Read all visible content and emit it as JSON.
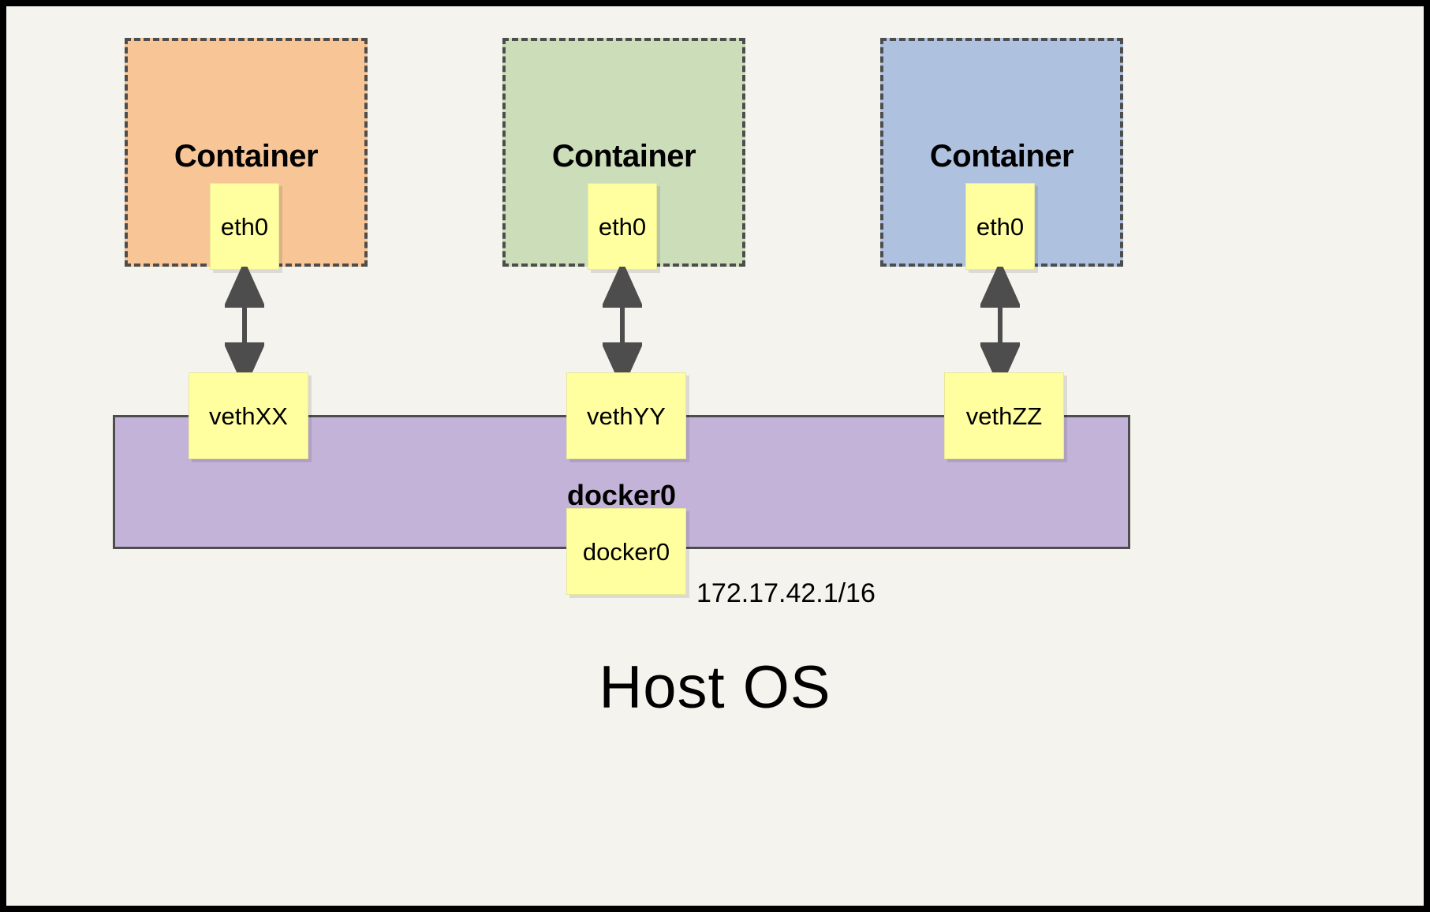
{
  "diagram": {
    "title_visible": false,
    "host_label": "Host OS",
    "bridge": {
      "name": "docker0",
      "node_label": "docker0",
      "ip": "172.17.42.1/16",
      "color": "#c4b3d9",
      "border_color": "#4d4d4d"
    },
    "containers": [
      {
        "title": "Container",
        "interface": "eth0",
        "veth": "vethXX",
        "color": "#f8c596",
        "border_color": "#4d4d4d"
      },
      {
        "title": "Container",
        "interface": "eth0",
        "veth": "vethYY",
        "color": "#cbddb9",
        "border_color": "#4d4d4d"
      },
      {
        "title": "Container",
        "interface": "eth0",
        "veth": "vethZZ",
        "color": "#aec2e0",
        "border_color": "#4d4d4d"
      }
    ],
    "node_fill": "#ffffa0",
    "background": "#f4f3ee",
    "frame_color": "#000000",
    "arrow_color": "#4d4d4d",
    "arrow_description": "double-headed vertical arrow linking container eth0 to host veth"
  }
}
